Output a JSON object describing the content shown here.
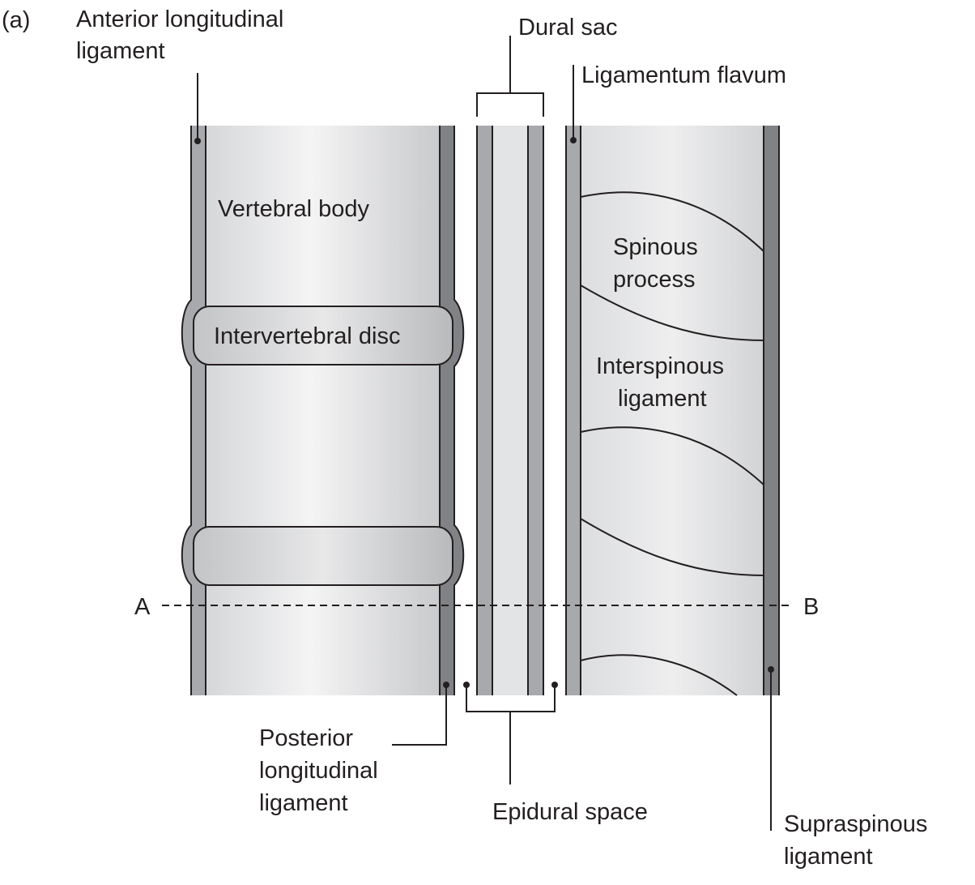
{
  "figure": {
    "panel_label": "(a)",
    "labels": {
      "anterior_longitudinal_ligament": [
        "Anterior longitudinal",
        "ligament"
      ],
      "dural_sac": "Dural sac",
      "ligamentum_flavum": "Ligamentum flavum",
      "vertebral_body": "Vertebral body",
      "intervertebral_disc": "Intervertebral disc",
      "spinous_process": [
        "Spinous",
        "process"
      ],
      "interspinous_ligament": [
        "Interspinous",
        "ligament"
      ],
      "posterior_longitudinal_ligament": [
        "Posterior",
        "longitudinal",
        "ligament"
      ],
      "epidural_space": "Epidural space",
      "supraspinous_ligament": [
        "Supraspinous",
        "ligament"
      ]
    },
    "section_line": {
      "start": "A",
      "end": "B"
    }
  },
  "colors": {
    "outline": "#231f20",
    "ligament_light": "#a7a9ac",
    "ligament_dark": "#808285",
    "bone_light": "#f1f1f2",
    "bone_mid": "#d1d3d4"
  }
}
